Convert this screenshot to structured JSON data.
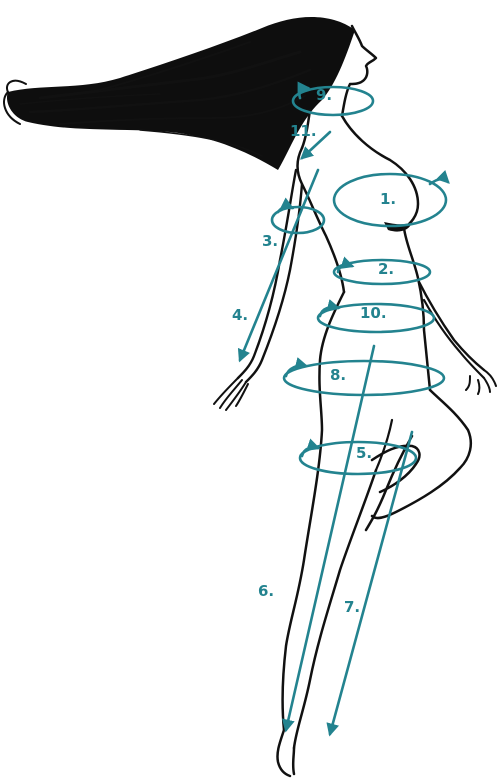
{
  "colors": {
    "accent": "#23838f",
    "ink": "#111111",
    "background": "#ffffff"
  },
  "labels": {
    "m1": "1.",
    "m2": "2.",
    "m3": "3.",
    "m4": "4.",
    "m5": "5.",
    "m6": "6.",
    "m7": "7.",
    "m8": "8.",
    "m9": "9.",
    "m10": "10.",
    "m11": "11."
  }
}
